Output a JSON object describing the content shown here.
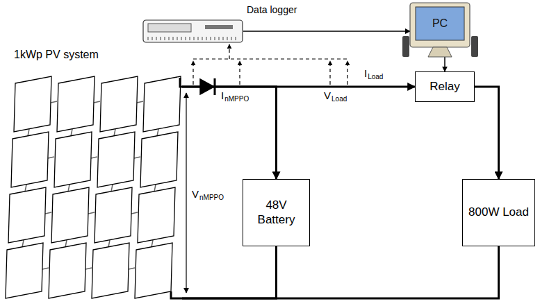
{
  "diagram": {
    "nodes": [
      {
        "text": [
          "Data logger"
        ]
      },
      {
        "text": [
          "PC"
        ]
      },
      {
        "text": [
          "1kWp PV system"
        ]
      },
      {
        "text": [
          "Relay"
        ]
      },
      {
        "text": [
          "48V Battery"
        ]
      },
      {
        "text": [
          "800W Load"
        ]
      }
    ],
    "edges": [
      {
        "from": 0,
        "to": 1,
        "arrow": "to"
      },
      {
        "from": 1,
        "to": 3,
        "arrow": "to"
      },
      {
        "from": 2,
        "to": 4,
        "arrow": "to"
      },
      {
        "from": 2,
        "to": 3,
        "arrow": "to"
      },
      {
        "from": 3,
        "to": 5,
        "arrow": "to"
      },
      {
        "from": 4,
        "to": 2,
        "arrow": "none"
      },
      {
        "from": 5,
        "to": 2,
        "arrow": "none"
      }
    ],
    "labels": [
      "I",
      "nMPPO",
      "V",
      "Load",
      "I",
      "Load",
      "V",
      "nMPPO"
    ]
  }
}
